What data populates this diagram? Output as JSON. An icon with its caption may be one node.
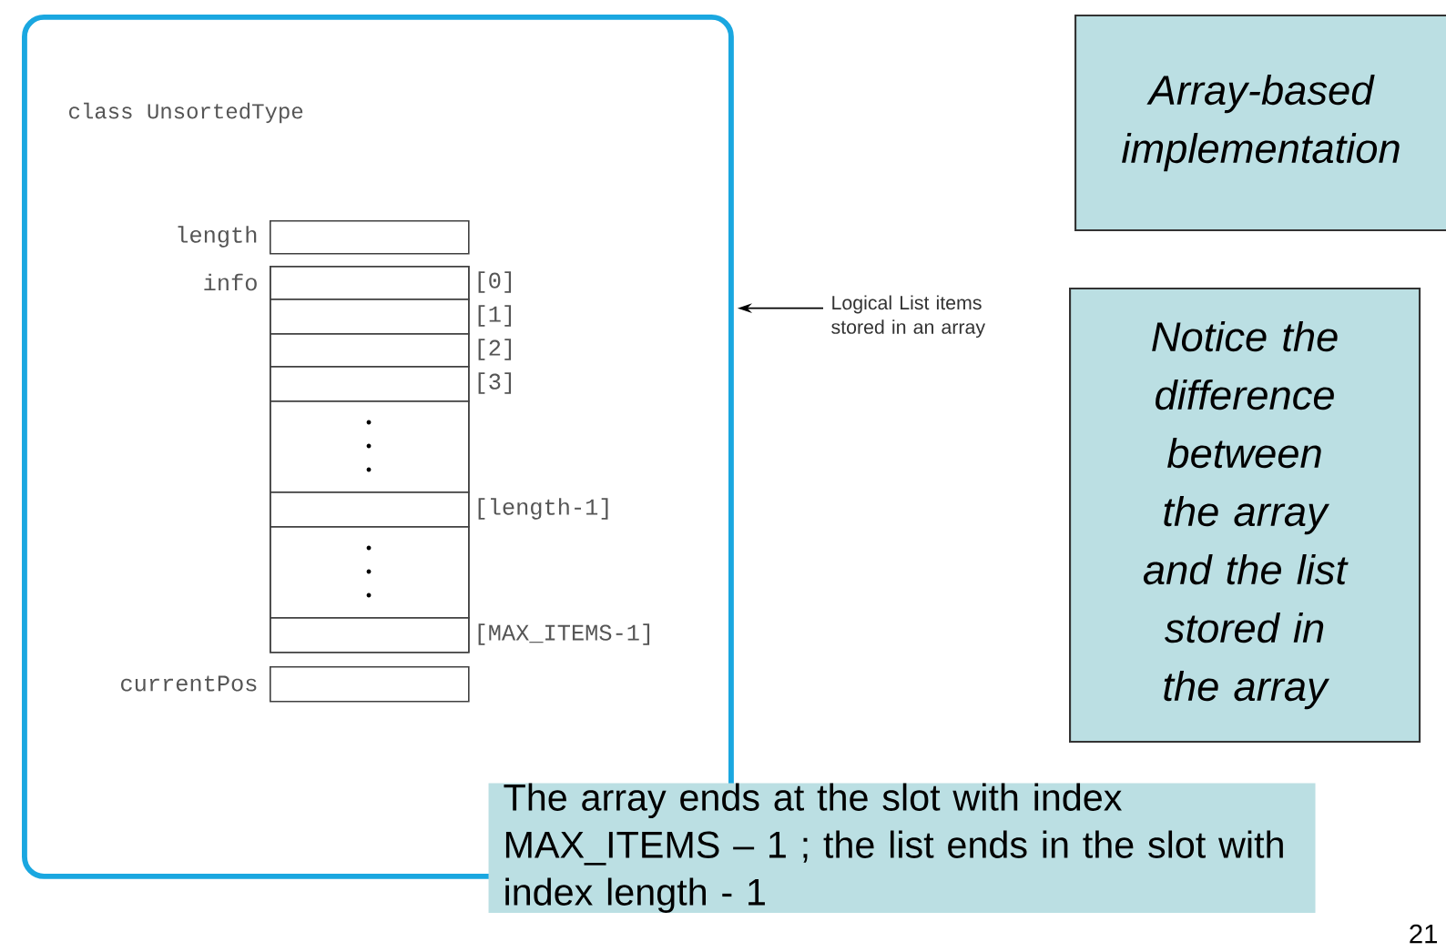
{
  "diagram": {
    "nodes": [
      {
        "text": [
          "class UnsortedType"
        ]
      },
      {
        "text": [],
        "shape": "box",
        "beside": [
          "length"
        ],
        "in": 0
      },
      {
        "text": [],
        "shape": "box",
        "beside": [
          "info"
        ],
        "in": 0
      },
      {
        "text": [],
        "shape": "box",
        "beside": [
          "[0]"
        ],
        "in": 2
      },
      {
        "text": [],
        "shape": "box",
        "beside": [
          "[1]"
        ],
        "in": 2
      },
      {
        "text": [],
        "shape": "box",
        "beside": [
          "[2]"
        ],
        "in": 2
      },
      {
        "text": [],
        "shape": "box",
        "beside": [
          "[3]"
        ],
        "in": 2
      },
      {
        "text": [],
        "shape": "box",
        "in": 2
      },
      {
        "text": [],
        "shape": "box",
        "beside": [
          "[length-1]"
        ],
        "in": 2
      },
      {
        "text": [],
        "shape": "box",
        "in": 2
      },
      {
        "text": [],
        "shape": "box",
        "beside": [
          "[MAX_ITEMS-1]"
        ],
        "in": 2
      },
      {
        "text": [],
        "shape": "box",
        "beside": [
          "currentPos"
        ],
        "in": 0
      },
      {
        "text": [
          "Logical List items stored in an array"
        ]
      },
      {
        "text": [
          "Array-based implementation"
        ]
      },
      {
        "text": [
          "Notice the difference between the array and the list stored in the array"
        ]
      },
      {
        "text": [
          "The array ends at the slot with index MAX_ITEMS – 1 ; the list ends in the slot with index length - 1"
        ]
      }
    ],
    "edges": [
      {
        "from": 12,
        "to": 0,
        "arrow": "to"
      }
    ],
    "labels": [
      "21"
    ]
  }
}
